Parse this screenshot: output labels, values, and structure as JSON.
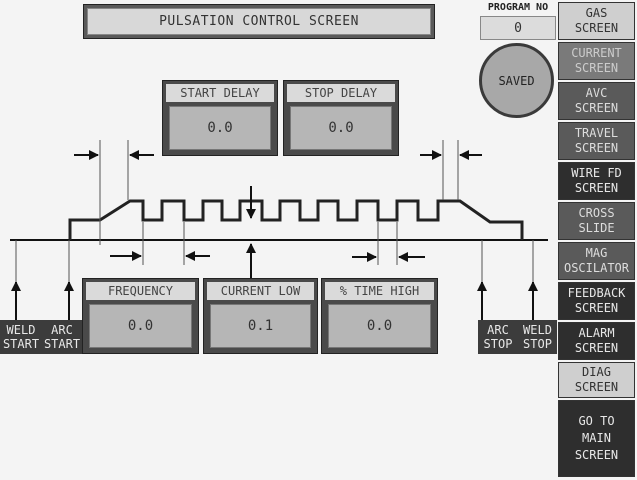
{
  "title": "PULSATION CONTROL SCREEN",
  "program": {
    "label": "PROGRAM NO",
    "value": "0"
  },
  "saved_label": "SAVED",
  "nav": [
    {
      "l1": "GAS",
      "l2": "SCREEN"
    },
    {
      "l1": "CURRENT",
      "l2": "SCREEN"
    },
    {
      "l1": "AVC",
      "l2": "SCREEN"
    },
    {
      "l1": "TRAVEL",
      "l2": "SCREEN"
    },
    {
      "l1": "WIRE FD",
      "l2": "SCREEN"
    },
    {
      "l1": "CROSS",
      "l2": "SLIDE"
    },
    {
      "l1": "MAG",
      "l2": "OSCILATOR"
    },
    {
      "l1": "FEEDBACK",
      "l2": "SCREEN"
    },
    {
      "l1": "ALARM",
      "l2": "SCREEN"
    },
    {
      "l1": "DIAG",
      "l2": "SCREEN"
    },
    {
      "l1": "GO TO",
      "l2": "MAIN",
      "l3": "SCREEN"
    }
  ],
  "fields": {
    "start_delay": {
      "label": "START DELAY",
      "value": "0.0"
    },
    "stop_delay": {
      "label": "STOP DELAY",
      "value": "0.0"
    },
    "frequency": {
      "label": "FREQUENCY",
      "value": "0.0"
    },
    "current_low": {
      "label": "CURRENT LOW",
      "value": "0.1"
    },
    "pct_time_high": {
      "label": "% TIME HIGH",
      "value": "0.0"
    }
  },
  "events": {
    "weld_start": {
      "l1": "WELD",
      "l2": "START"
    },
    "arc_start": {
      "l1": "ARC",
      "l2": "START"
    },
    "arc_stop": {
      "l1": "ARC",
      "l2": "STOP"
    },
    "weld_stop": {
      "l1": "WELD",
      "l2": "STOP"
    }
  }
}
